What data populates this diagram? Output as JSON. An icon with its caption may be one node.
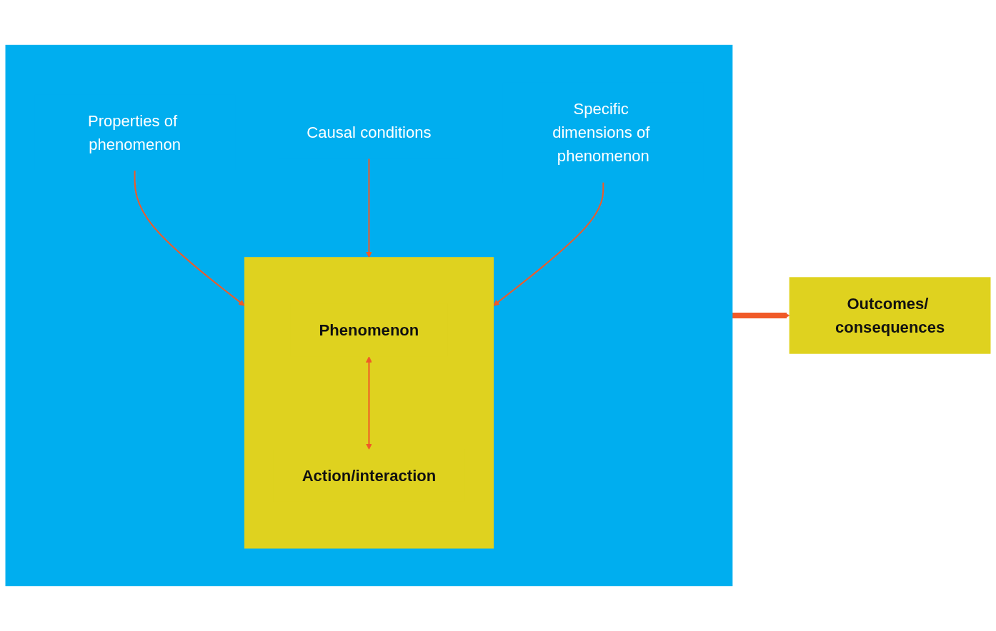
{
  "diagram": {
    "nodes": [
      {
        "text": [],
        "shape": "box"
      },
      {
        "text": [
          "Properties of phenomenon"
        ],
        "in": 0
      },
      {
        "text": [
          "Causal conditions"
        ],
        "in": 0
      },
      {
        "text": [],
        "shape": "box",
        "in": 0
      },
      {
        "text": [
          "Phenomenon"
        ],
        "in": 3
      },
      {
        "text": [
          "Action/interaction"
        ],
        "in": 3
      },
      {
        "text": [
          "Specific dimensions of phenomenon"
        ],
        "in": 0
      },
      {
        "text": [
          "Outcomes/ consequences"
        ]
      }
    ],
    "edges": [
      {
        "from": 1,
        "to": 3,
        "arrow": "to"
      },
      {
        "from": 2,
        "to": 3,
        "arrow": "to"
      },
      {
        "from": 4,
        "to": 5,
        "arrow": "both"
      },
      {
        "from": 6,
        "to": 3,
        "arrow": "to"
      },
      {
        "from": 0,
        "to": 7,
        "arrow": "to",
        "style": "thick"
      }
    ]
  }
}
